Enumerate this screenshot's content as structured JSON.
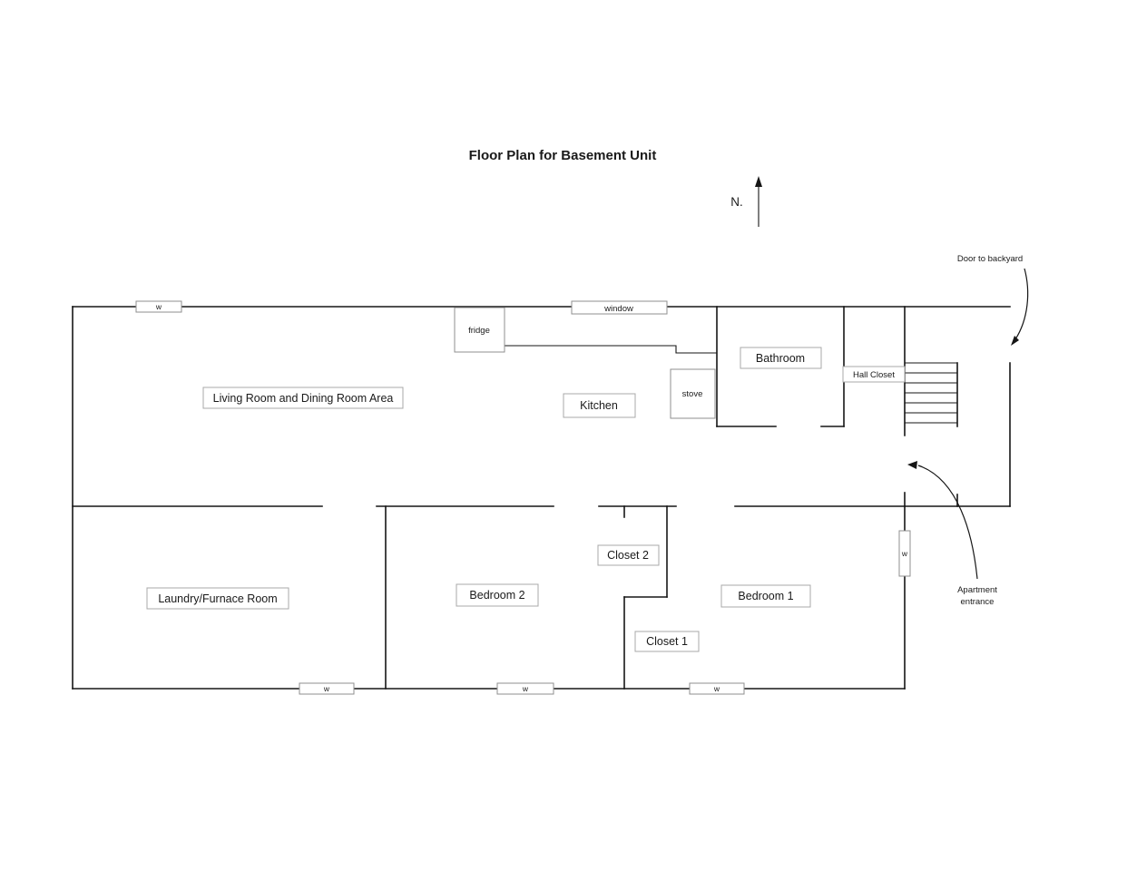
{
  "title": "Floor  Plan for Basement Unit",
  "compass": {
    "north_label": "N."
  },
  "annotations": {
    "door_to_backyard": "Door to backyard",
    "apartment_entrance": [
      "Apartment",
      "entrance"
    ]
  },
  "rooms": {
    "living_dining": "Living Room and Dining Room Area",
    "kitchen": "Kitchen",
    "bathroom": "Bathroom",
    "hall_closet": "Hall Closet",
    "laundry_furnace": "Laundry/Furnace Room",
    "bedroom_2": "Bedroom 2",
    "bedroom_1": "Bedroom 1",
    "closet_2": "Closet 2",
    "closet_1": "Closet 1"
  },
  "fixtures": {
    "fridge": "fridge",
    "stove": "stove",
    "window_label": "window",
    "window_marker": "w"
  },
  "colors": {
    "wall": "#161616",
    "label_border": "#a8a8a8",
    "background": "#ffffff"
  }
}
